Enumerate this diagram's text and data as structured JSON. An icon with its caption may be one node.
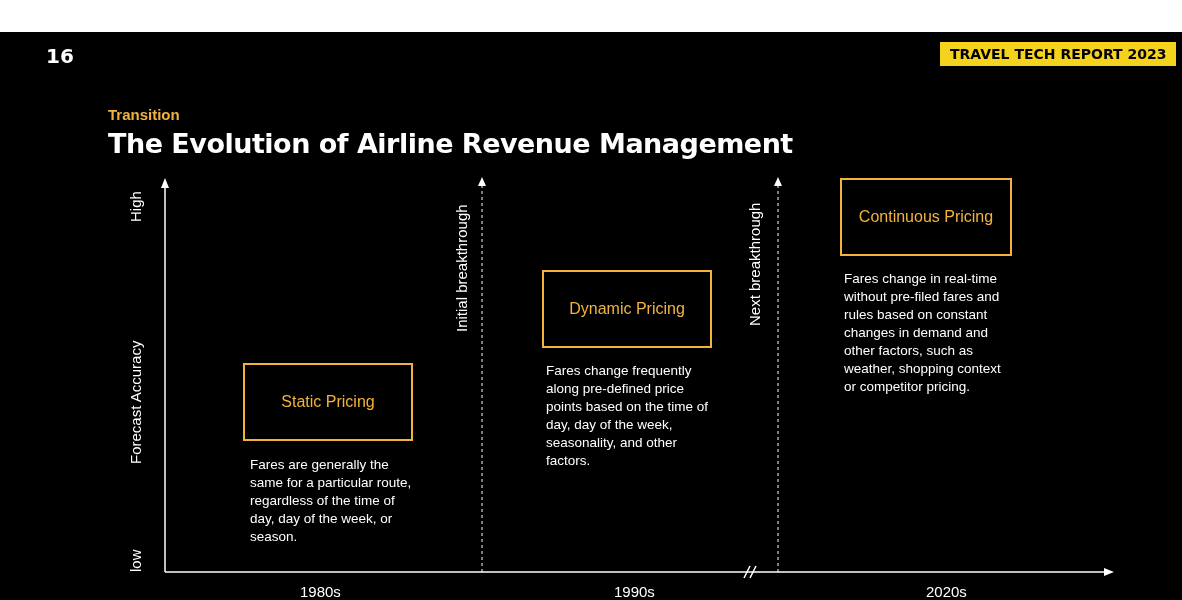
{
  "diagram": {
    "title": "The Evolution of Airline Revenue Management",
    "nodes": [
      {
        "text": [
          "Static Pricing"
        ],
        "beside": [
          "Fares are generally the same for a particular route, regardless of the time of day, day of the week, or season."
        ]
      },
      {
        "text": [
          "Dynamic Pricing"
        ],
        "beside": [
          "Fares change frequently along pre-defined price points based on the time of day, day of the week, seasonality, and other factors."
        ]
      },
      {
        "text": [
          "Continuous Pricing"
        ],
        "beside": [
          "Fares change in real-time without pre-filed fares and rules based on constant changes in demand and other factors, such as weather, shopping context or competitor pricing."
        ]
      }
    ],
    "edges": [],
    "labels": [
      "16",
      "TRAVEL TECH REPORT 2023",
      "Transition",
      "High",
      "Forecast Accuracy",
      "low",
      "Initial breakthrough",
      "Next breakthrough",
      "1980s",
      "1990s",
      "2020s"
    ]
  }
}
